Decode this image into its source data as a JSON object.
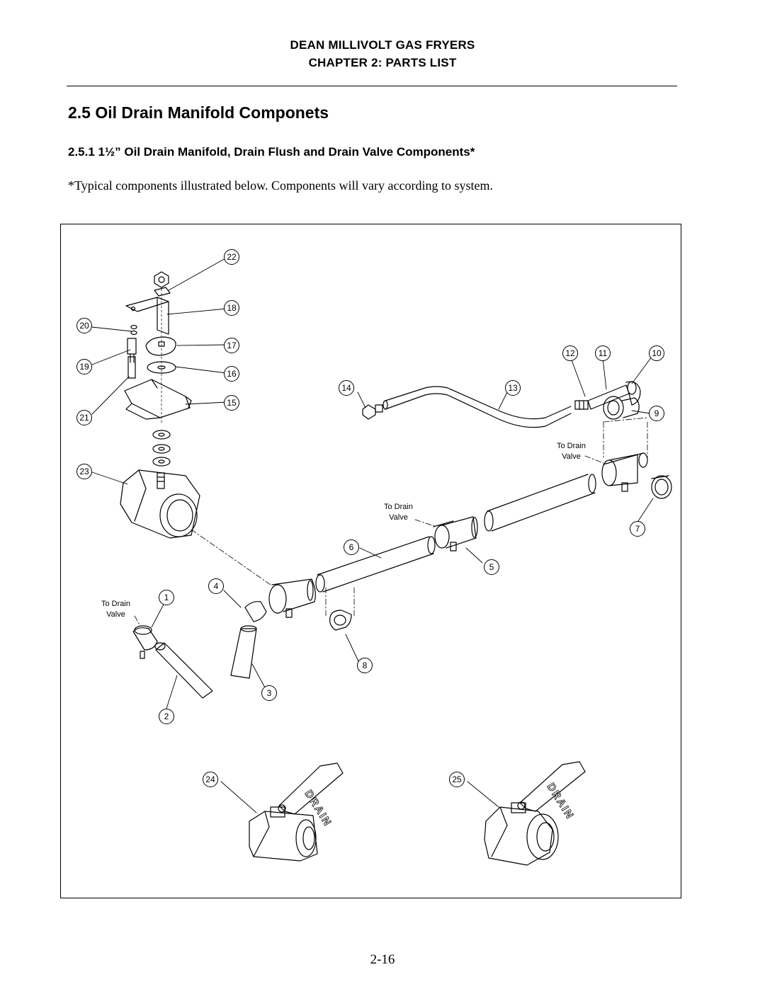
{
  "header": {
    "title": "DEAN MILLIVOLT GAS FRYERS",
    "chapter": "CHAPTER 2:  PARTS LIST"
  },
  "section": {
    "heading": "2.5  Oil Drain Manifold Componets",
    "subheading": "2.5.1  1½” Oil Drain Manifold, Drain Flush and Drain Valve Components*",
    "note": "*Typical components illustrated below.  Components will vary according to system."
  },
  "figure": {
    "callouts": [
      "1",
      "2",
      "3",
      "4",
      "5",
      "6",
      "7",
      "8",
      "9",
      "10",
      "11",
      "12",
      "13",
      "14",
      "15",
      "16",
      "17",
      "18",
      "19",
      "20",
      "21",
      "22",
      "23",
      "24",
      "25"
    ],
    "drain_label": "To Drain Valve",
    "drain_label_line1": "To Drain",
    "drain_label_line2": "Valve",
    "handle_text": "DRAIN"
  },
  "footer": {
    "page_number": "2-16"
  }
}
